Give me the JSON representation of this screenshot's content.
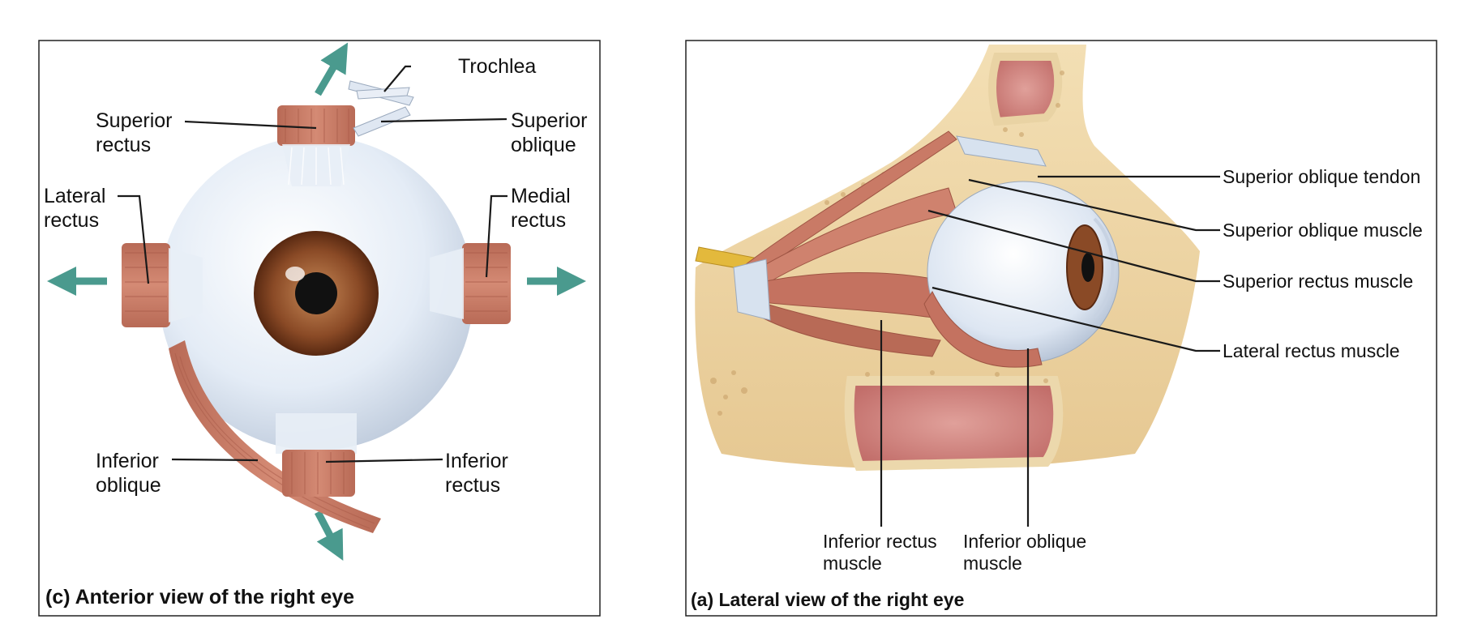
{
  "panel_c": {
    "caption": "(c) Anterior view of the right eye",
    "labels": {
      "trochlea": "Trochlea",
      "superior_rectus": [
        "Superior",
        "rectus"
      ],
      "superior_oblique": [
        "Superior",
        "oblique"
      ],
      "lateral_rectus": [
        "Lateral",
        "rectus"
      ],
      "medial_rectus": [
        "Medial",
        "rectus"
      ],
      "inferior_oblique": [
        "Inferior",
        "oblique"
      ],
      "inferior_rectus": [
        "Inferior",
        "rectus"
      ]
    }
  },
  "panel_a": {
    "caption": "(a) Lateral view of the right eye",
    "labels": {
      "superior_oblique_tendon": "Superior oblique tendon",
      "superior_oblique_muscle": "Superior oblique muscle",
      "superior_rectus_muscle": "Superior rectus muscle",
      "lateral_rectus_muscle": "Lateral rectus muscle",
      "inferior_rectus_muscle": [
        "Inferior rectus",
        "muscle"
      ],
      "inferior_oblique_muscle": [
        "Inferior oblique",
        "muscle"
      ]
    }
  },
  "colors": {
    "muscle": "#c97a66",
    "muscle_dark": "#a85a48",
    "sclera": "#e8eef6",
    "iris": "#8a4a26",
    "bone": "#f0d9a8",
    "arrow": "#4a9a8e"
  }
}
